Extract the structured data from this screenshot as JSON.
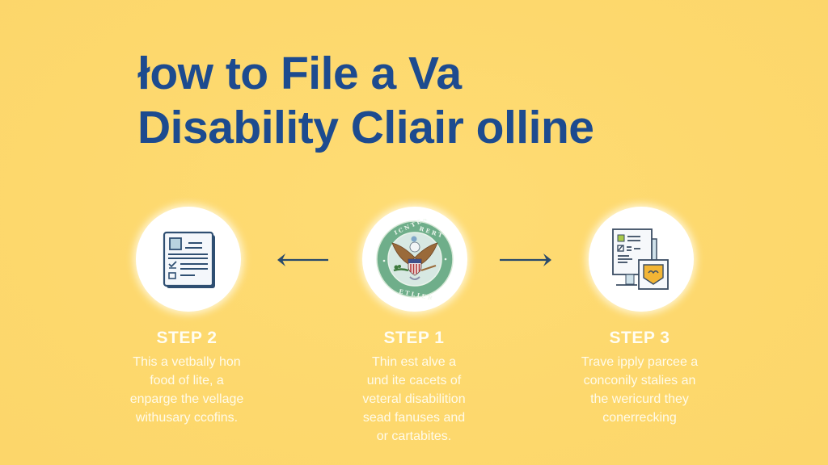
{
  "title": {
    "line1": "łow to File a Va",
    "line2": "Disability Cliair olline"
  },
  "colors": {
    "background": "#fdd970",
    "title": "#1d4b8f",
    "step_text": "#fffbea",
    "arrow": "#2a4a6b",
    "seal_green": "#6fae8a",
    "shield_gold": "#f2b535"
  },
  "steps": [
    {
      "position": "left",
      "icon": "document-form-icon",
      "label": "STEP 2",
      "body": [
        "This a vetbally hon",
        "food of lite, a",
        "enparge the vellage",
        "withusary ccofins."
      ]
    },
    {
      "position": "center",
      "icon": "eagle-seal-icon",
      "label": "STEP 1",
      "body": [
        "Thin est alve a",
        "und ite cacets of",
        "veteral disabilition",
        "sead fanuses and",
        "or cartabites."
      ]
    },
    {
      "position": "right",
      "icon": "checklist-shield-icon",
      "label": "STEP 3",
      "body": [
        "Trave ipply parcee a",
        "conconily stalies an",
        "the wericurd they",
        "conerrecking"
      ]
    }
  ],
  "arrows": [
    {
      "direction": "left",
      "icon": "arrow-left-icon"
    },
    {
      "direction": "right",
      "icon": "arrow-right-icon"
    }
  ]
}
